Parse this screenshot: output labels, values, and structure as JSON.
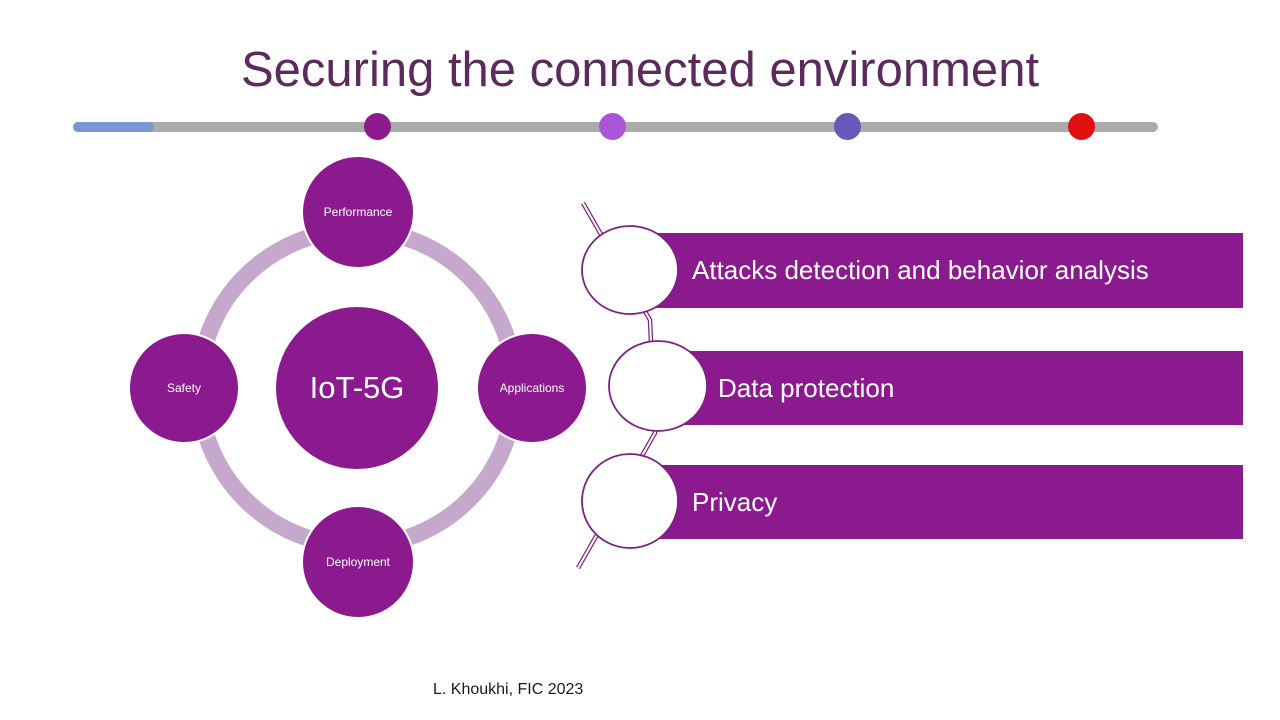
{
  "slide": {
    "title": "Securing the connected environment",
    "title_color": "#5b2b5e",
    "footer": "L. Khoukhi, FIC 2023"
  },
  "timeline": {
    "track_color": "#ababab",
    "progress_color": "#7b96d2",
    "dots": [
      {
        "name": "purple-dot",
        "color": "#8e1a8d"
      },
      {
        "name": "orchid-dot",
        "color": "#a855d6"
      },
      {
        "name": "slate-blue-dot",
        "color": "#6659bb"
      },
      {
        "name": "red-dot",
        "color": "#e01010"
      }
    ]
  },
  "hub_diagram": {
    "center_label": "IoT-5G",
    "satellites": [
      {
        "label": "Performance",
        "position": "top"
      },
      {
        "label": "Applications",
        "position": "right"
      },
      {
        "label": "Deployment",
        "position": "bottom"
      },
      {
        "label": "Safety",
        "position": "left"
      }
    ],
    "fill_color": "#8c1a8f",
    "ring_color": "#c6a8cd",
    "text_color": "#ffffff"
  },
  "security_list": {
    "banner_color": "#8c1a8f",
    "outline_color": "#7e2182",
    "items": [
      {
        "label": "Attacks detection and behavior analysis"
      },
      {
        "label": "Data protection"
      },
      {
        "label": "Privacy"
      }
    ]
  }
}
